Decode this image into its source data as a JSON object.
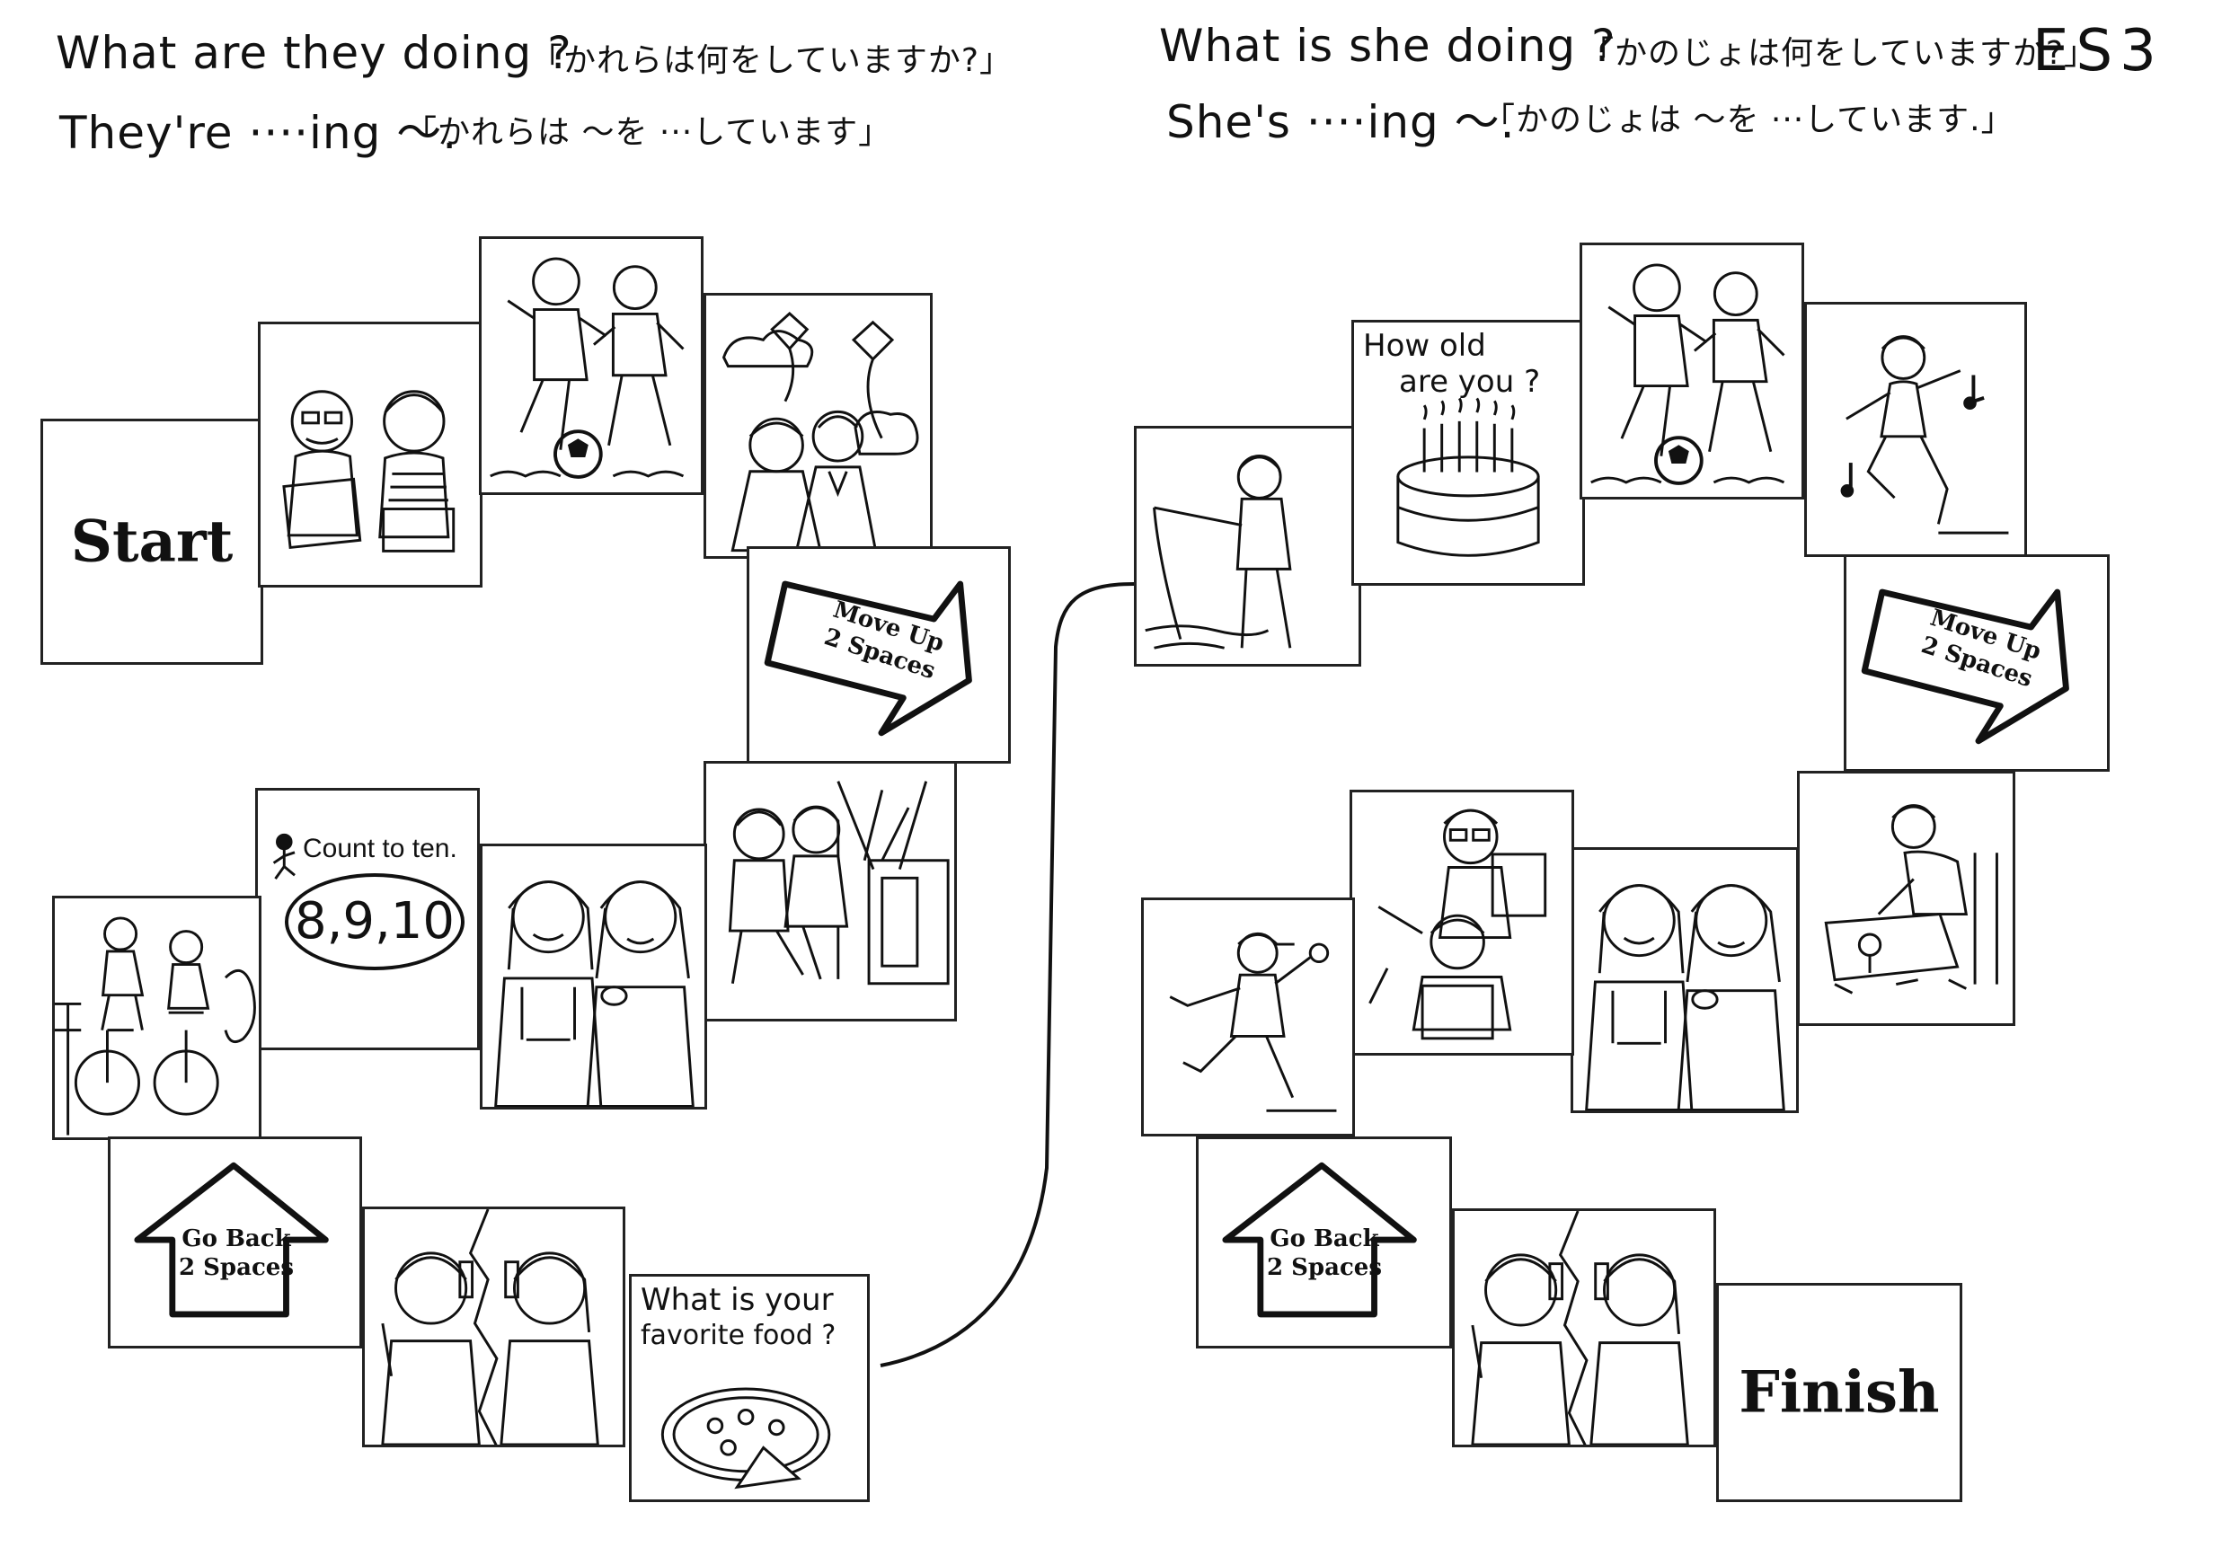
{
  "header": {
    "left_question": "What are they doing ?",
    "left_question_jp": "「かれらは何をしていますか?」",
    "left_answer": "They're ····ing ～.",
    "left_answer_jp": "「かれらは ～を ···しています」",
    "right_question": "What is she doing ?",
    "right_question_jp": "「かのじょは何をしていますか?」",
    "right_answer": "She's ····ing ～.",
    "right_answer_jp": "「かのじょは ～を ···しています.」",
    "level_tag": "ES3"
  },
  "board_left": {
    "start_label": "Start",
    "move_up_label_1": "Move Up",
    "move_up_label_2": "2 Spaces",
    "count_title": "Count to ten.",
    "count_numbers": "8,9,10",
    "go_back_label_1": "Go Back",
    "go_back_label_2": "2 Spaces",
    "food_question_1": "What is your",
    "food_question_2": "favorite food ?"
  },
  "board_right": {
    "age_question_1": "How old",
    "age_question_2": "are you ?",
    "move_up_label_1": "Move Up",
    "move_up_label_2": "2 Spaces",
    "go_back_label_1": "Go Back",
    "go_back_label_2": "2 Spaces",
    "finish_label": "Finish"
  },
  "pictures": {
    "reading": "reading-picture-icon",
    "soccer": "playing-soccer-picture-icon",
    "kites": "flying-kites-picture-icon",
    "tv": "watching-tv-picture-icon",
    "eating": "eating-picture-icon",
    "cycling": "riding-bikes-picture-icon",
    "phone": "talking-on-phone-picture-icon",
    "pizza": "pizza-picture-icon",
    "fishing": "fishing-picture-icon",
    "cake": "birthday-cake-picture-icon",
    "dancing": "dancing-picture-icon",
    "drawing": "drawing-picture-icon",
    "throwing": "throwing-ball-picture-icon"
  }
}
